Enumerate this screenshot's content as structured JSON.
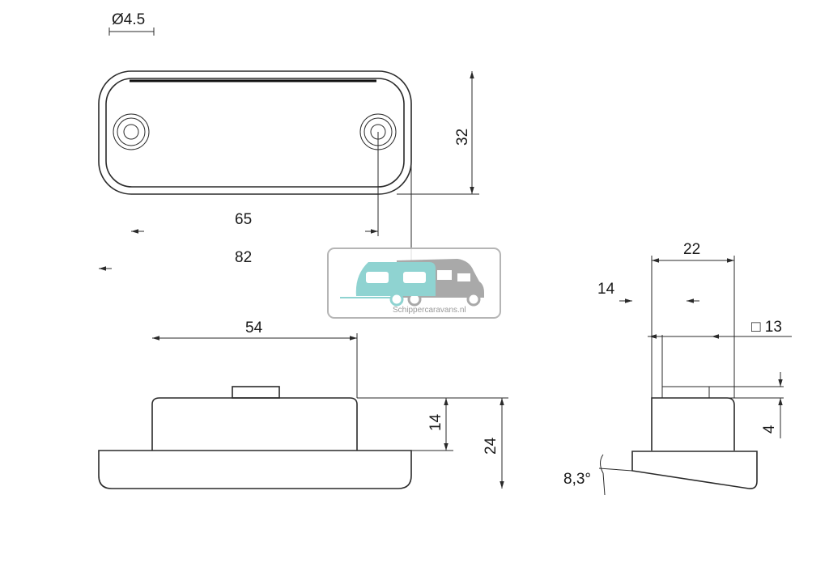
{
  "diagram": {
    "dimensions": {
      "hole_diameter": "Ø4.5",
      "height_top": "32",
      "hole_spacing": "65",
      "overall_length": "82",
      "body_length": "54",
      "body_height": "14",
      "overall_height": "24",
      "side_top_width": "22",
      "side_inner_width": "14",
      "square_size": "□ 13",
      "tab_height": "4",
      "tilt_angle": "8,3°"
    },
    "watermark": {
      "text": "Schippercaravans.nl",
      "colors": {
        "caravan": "#8fd3d1",
        "camper": "#a9a9a9",
        "border": "#b5b5b5"
      }
    }
  }
}
